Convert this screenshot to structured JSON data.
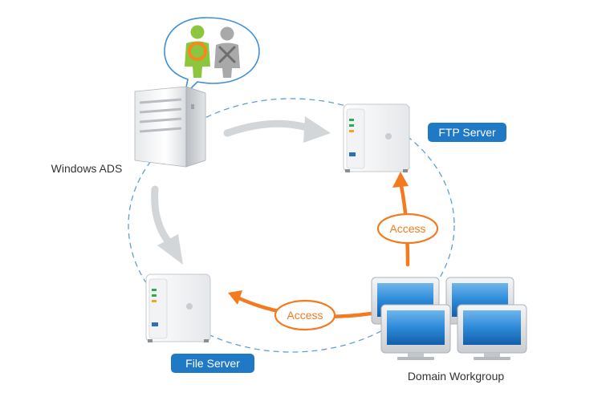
{
  "nodes": {
    "windows_ads": {
      "label": "Windows ADS"
    },
    "ftp_server": {
      "label": "FTP Server"
    },
    "file_server": {
      "label": "File Server"
    },
    "domain_workgroup": {
      "label": "Domain Workgroup"
    }
  },
  "edges": {
    "access_to_ftp": {
      "label": "Access"
    },
    "access_to_file": {
      "label": "Access"
    }
  },
  "icons": {
    "speech_bubble": "user-allow-deny-icon",
    "server_tower": "server-tower-icon",
    "nas_unit": "nas-server-icon",
    "monitor": "monitor-icon"
  },
  "colors": {
    "badge_blue": "#1f79c4",
    "access_orange": "#f47a20",
    "dashed_ring": "#5f9fd6",
    "sync_arrow_gray": "#cfd3d6",
    "monitor_blue": "#1f7fd0",
    "user_green": "#8cc63f",
    "user_gray": "#a8a8a8"
  }
}
